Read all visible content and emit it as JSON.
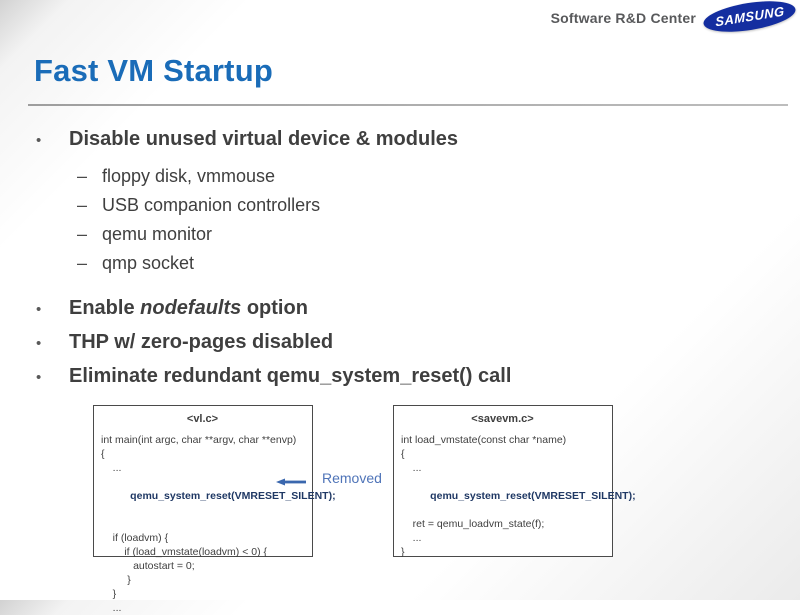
{
  "header": {
    "dept": "Software R&D Center",
    "logo_text": "SAMSUNG"
  },
  "title": "Fast VM Startup",
  "glyphs": {
    "bullet": "•",
    "dash": "–"
  },
  "bullets": {
    "disable": "Disable unused virtual device & modules",
    "sub_items": [
      "floppy disk, vmmouse",
      "USB companion controllers",
      "qemu monitor",
      "qmp socket"
    ],
    "enable_pre": "Enable ",
    "enable_em": "nodefaults",
    "enable_post": " option",
    "thp": "THP w/ zero-pages disabled",
    "eliminate": "Eliminate redundant qemu_system_reset() call"
  },
  "code_left": {
    "title": "<vl.c>",
    "lines_before": [
      "int main(int argc, char **argv, char **envp)",
      "{",
      "    ..."
    ],
    "highlight": "    qemu_system_reset(VMRESET_SILENT);",
    "lines_after": [
      "    if (loadvm) {",
      "        if (load_vmstate(loadvm) < 0) {",
      "           autostart = 0;",
      "         }",
      "    }",
      "    ..."
    ]
  },
  "code_right": {
    "title": "<savevm.c>",
    "lines_before": [
      "int load_vmstate(const char *name)",
      "{",
      "    ..."
    ],
    "highlight": "    qemu_system_reset(VMRESET_SILENT);",
    "lines_after": [
      "    ret = qemu_loadvm_state(f);",
      "    ...",
      "}"
    ]
  },
  "figure": {
    "removed_label": "Removed"
  },
  "colors": {
    "title_blue": "#1a6cb8",
    "body_text": "#3f3f3f",
    "header_gray": "#58595b",
    "samsung_blue": "#142ea0",
    "code_highlight_navy": "#1f3864",
    "removed_blue": "#4f74b8",
    "arrow_blue": "#3a67ae",
    "box_border": "#4a4a4a"
  }
}
